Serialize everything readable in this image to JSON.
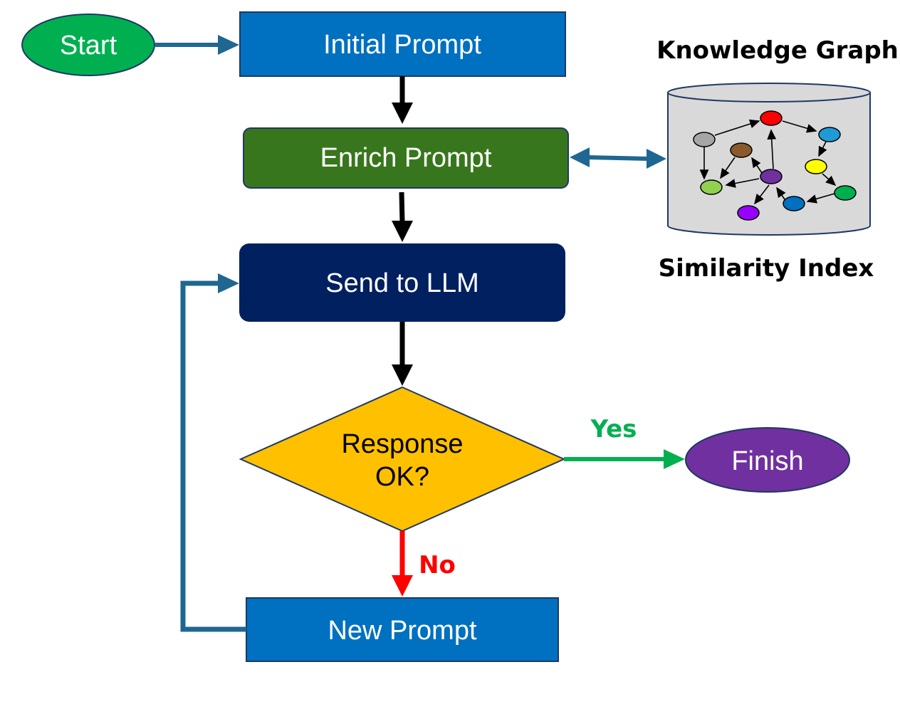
{
  "nodes": {
    "start": "Start",
    "initial_prompt": "Initial Prompt",
    "enrich_prompt": "Enrich Prompt",
    "send_to_llm": "Send to LLM",
    "decision_line1": "Response",
    "decision_line2": "OK?",
    "finish": "Finish",
    "new_prompt": "New Prompt"
  },
  "labels": {
    "knowledge_graph": "Knowledge Graph",
    "similarity_index": "Similarity Index",
    "yes": "Yes",
    "no": "No"
  },
  "colors": {
    "start_fill": "#00B050",
    "blue_box": "#0070C0",
    "green_box": "#38761D",
    "navy_box": "#002060",
    "decision_fill": "#FFC000",
    "finish_fill": "#7030A0",
    "connector_blue": "#1F6791",
    "yes_color": "#00B050",
    "no_color": "#FF0000",
    "cylinder_fill": "#D9D9D9"
  },
  "graph_node_colors": [
    "#A6A6A6",
    "#FF0000",
    "#1E9BD7",
    "#8B5A2B",
    "#7030A0",
    "#FFFF00",
    "#92D050",
    "#00B050",
    "#0070C0",
    "#9900FF"
  ]
}
